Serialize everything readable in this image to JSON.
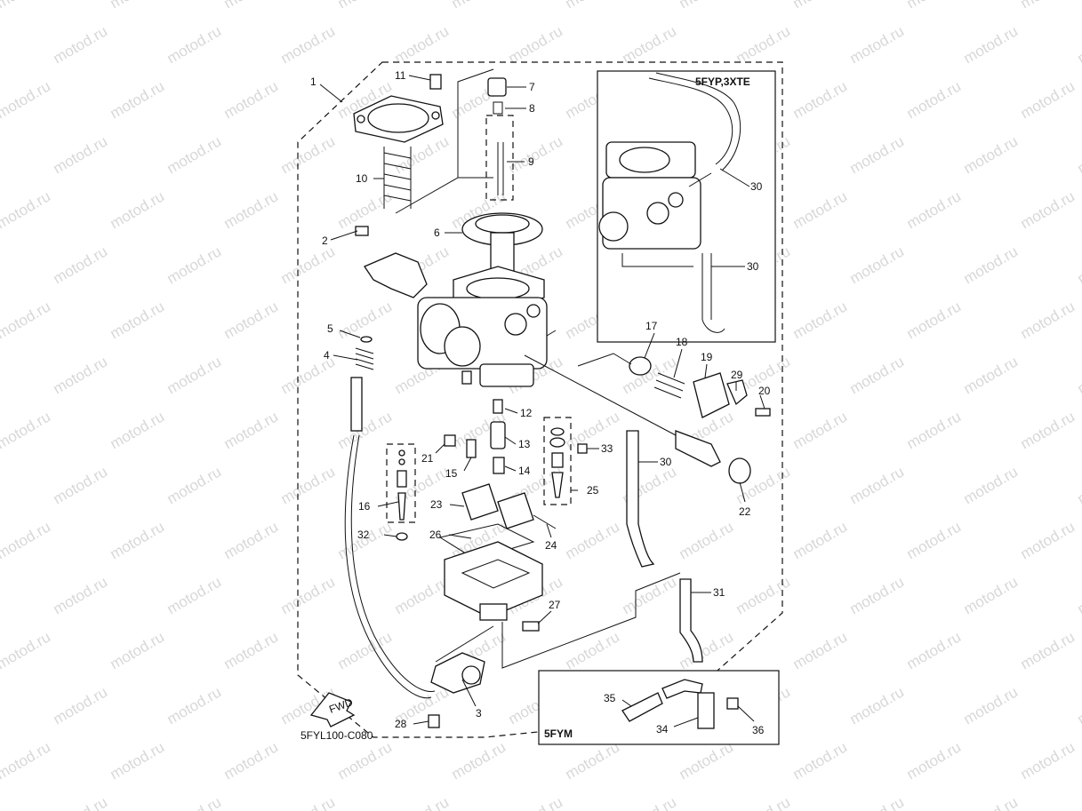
{
  "diagram": {
    "drawing_code": "5FYL100-C080",
    "insets": [
      {
        "label": "5FYP,3XTE"
      },
      {
        "label": "5FYM"
      }
    ],
    "fwd_label": "FWD",
    "watermark": "motod.ru",
    "callouts": [
      "1",
      "2",
      "3",
      "4",
      "5",
      "6",
      "7",
      "8",
      "9",
      "10",
      "11",
      "12",
      "13",
      "14",
      "15",
      "16",
      "17",
      "18",
      "19",
      "20",
      "21",
      "22",
      "23",
      "24",
      "25",
      "26",
      "27",
      "28",
      "29",
      "30",
      "30",
      "30",
      "31",
      "32",
      "33",
      "34",
      "35",
      "36"
    ]
  }
}
